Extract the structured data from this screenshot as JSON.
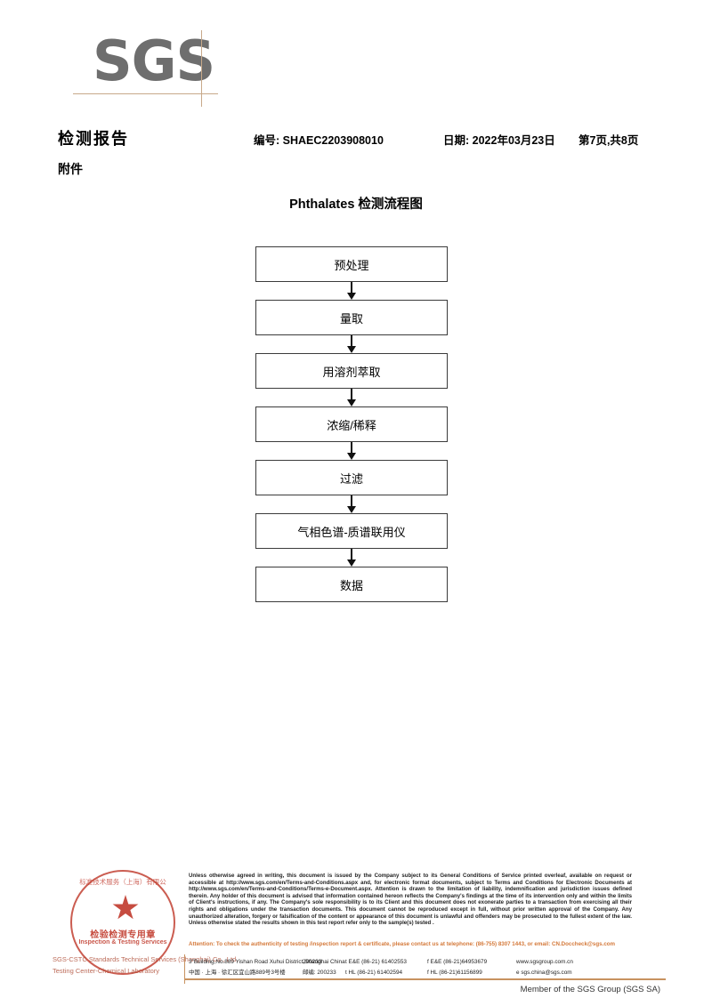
{
  "brand": {
    "logo_text": "SGS"
  },
  "header": {
    "doc_title": "检测报告",
    "attachment_label": "附件",
    "reference_no": "编号: SHAEC2203908010",
    "date": "日期: 2022年03月23日",
    "page_info": "第7页,共8页"
  },
  "flowchart": {
    "title": "Phthalates 检测流程图",
    "steps": [
      {
        "label": "预处理"
      },
      {
        "label": "量取"
      },
      {
        "label": "用溶剂萃取"
      },
      {
        "label": "浓缩/稀释"
      },
      {
        "label": "过滤"
      },
      {
        "label": "气相色谱-质谱联用仪"
      },
      {
        "label": "数据"
      }
    ]
  },
  "seal": {
    "arc_top": "标准技术服务（上海）有限公",
    "cn_text": "检验检测专用章",
    "en_text": "Inspection & Testing Services",
    "caption_line1": "SGS-CSTC Standards Technical Services (Shanghai) Co., Ltd.",
    "caption_line2": "Testing Center-Chemical Laboratory",
    "color": "#c0392b"
  },
  "footer": {
    "disclaimer": "Unless otherwise agreed in writing, this document is issued by the Company subject to its General Conditions of Service printed overleaf, available on request or accessible at http://www.sgs.com/en/Terms-and-Conditions.aspx and, for electronic format documents, subject to Terms and Conditions for Electronic Documents at http://www.sgs.com/en/Terms-and-Conditions/Terms-e-Document.aspx. Attention is drawn to the limitation of liability, indemnification and jurisdiction issues defined therein. Any holder of this document is advised that information contained hereon reflects the Company's findings at the time of its intervention only and within the limits of Client's instructions, if any. The Company's sole responsibility is to its Client and this document does not exonerate parties to a transaction from exercising all their rights and obligations under the transaction documents. This document cannot be reproduced except in full, without prior written approval of the Company. Any unauthorized alteration, forgery or falsification of the content or appearance of this document is unlawful and offenders may be prosecuted to the fullest extent of the law. Unless otherwise stated the results shown in this test report refer only to the sample(s) tested .",
    "attention": "Attention: To check the authenticity of testing /inspection report & certificate, please contact us at telephone: (86-755) 8307 1443, or email: CN.Doccheck@sgs.com",
    "attention_color": "#d4793a",
    "address_en": "3\"Building,No.889 Yishan Road Xuhui District,Shanghai China",
    "postcode_en": "200233",
    "tel_en_1": "t E&E (86-21) 61402553",
    "tel_en_2": "f E&E (86-21)64953679",
    "website": "www.sgsgroup.com.cn",
    "address_cn": "中国 · 上海 · 徐汇区宜山路889号3号楼",
    "postcode_cn": "邮编: 200233",
    "tel_cn_1": "t HL (86-21) 61402594",
    "tel_cn_2": "f HL (86-21)61156899",
    "email": "e sgs.china@sgs.com",
    "member_line": "Member of the SGS Group (SGS SA)",
    "rule_color": "#c8925f"
  }
}
